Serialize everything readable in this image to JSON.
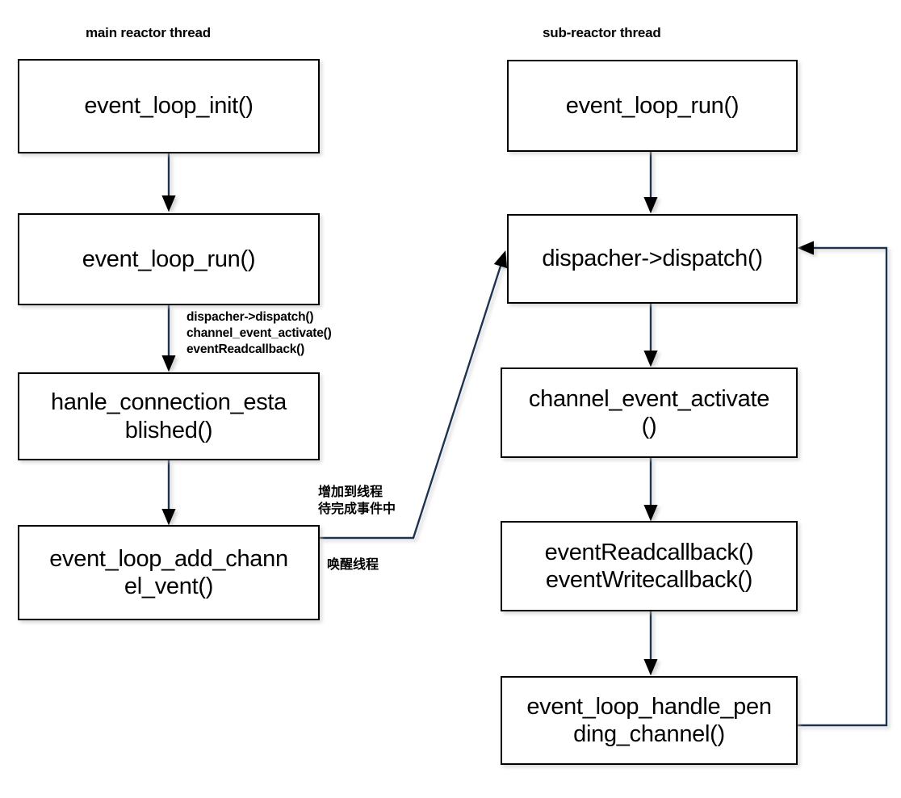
{
  "columns": [
    {
      "id": "main",
      "header": "main reactor thread"
    },
    {
      "id": "sub",
      "header": "sub-reactor thread"
    }
  ],
  "nodes": {
    "main": [
      {
        "name": "event-loop-init",
        "label": "event_loop_init()"
      },
      {
        "name": "event-loop-run-main",
        "label": "event_loop_run()"
      },
      {
        "name": "handle-connection-established",
        "label": "hanle_connection_esta\nblished()"
      },
      {
        "name": "event-loop-add-channel-event",
        "label": "event_loop_add_chann\nel_vent()"
      }
    ],
    "sub": [
      {
        "name": "event-loop-run-sub",
        "label": "event_loop_run()"
      },
      {
        "name": "dispacher-dispatch",
        "label": "dispacher->dispatch()"
      },
      {
        "name": "channel-event-activate",
        "label": "channel_event_activate\n()"
      },
      {
        "name": "event-read-write-callback",
        "label": "eventReadcallback()\neventWritecallback()"
      },
      {
        "name": "event-loop-handle-pending-channel",
        "label": "event_loop_handle_pen\nding_channel()"
      }
    ]
  },
  "edge_labels": {
    "main_dispatch_chain": "dispacher->dispatch()\nchannel_event_activate()\neventReadcallback()",
    "add_to_pending": "增加到线程\n待完成事件中",
    "wakeup_thread": "唤醒线程"
  },
  "colors": {
    "stroke": "#000000",
    "arrow_line": "#1f3050",
    "background": "#ffffff",
    "shadow": "#c9c9c9"
  }
}
